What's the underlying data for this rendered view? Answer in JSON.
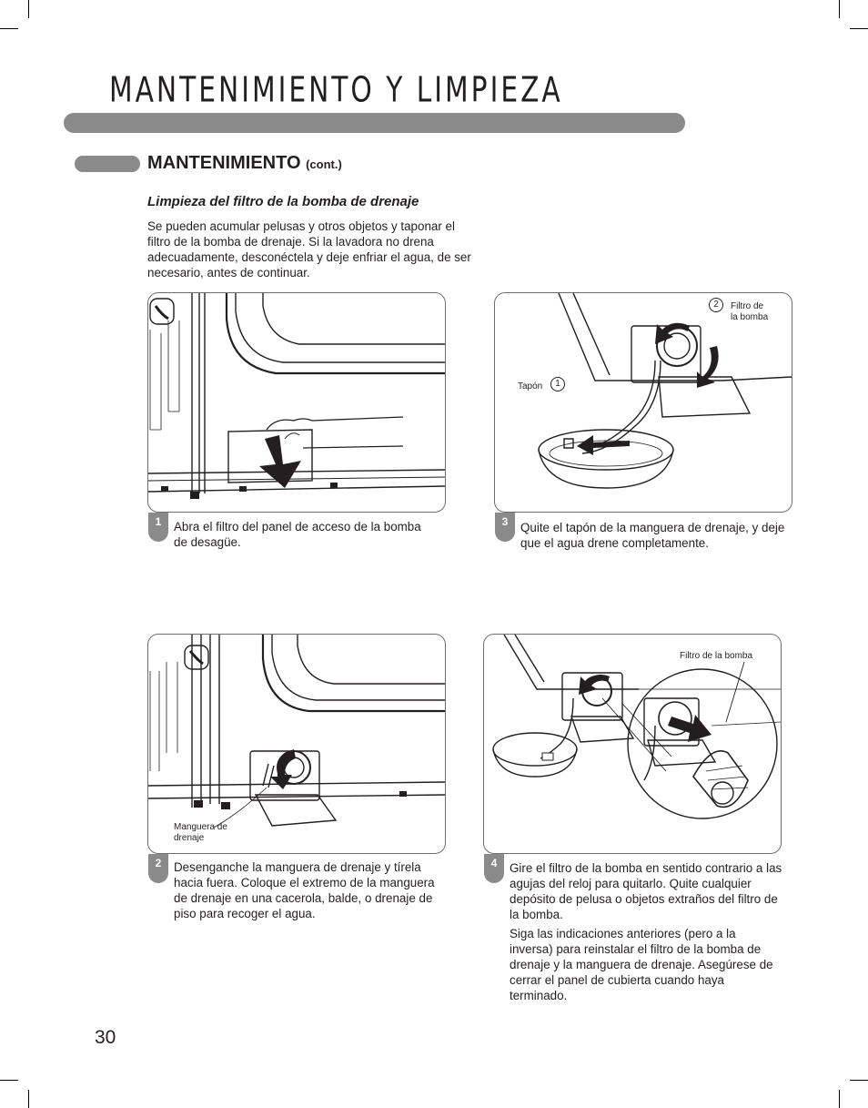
{
  "header": {
    "title": "MANTENIMIENTO Y LIMPIEZA"
  },
  "section": {
    "title": "MANTENIMIENTO",
    "suffix": "(cont.)"
  },
  "subsection": {
    "title": "Limpieza del filtro de la bomba de drenaje"
  },
  "intro": "Se pueden acumular pelusas y otros objetos y taponar el filtro de la bomba de drenaje. Si la lavadora no drena adecuadamente, desconéctela y deje enfriar el agua, de ser necesario, antes de continuar.",
  "steps": [
    {
      "number": "1",
      "text": "Abra el filtro del panel de acceso de la bomba de desagüe."
    },
    {
      "number": "2",
      "text": "Desenganche la manguera de drenaje y tírela hacia fuera. Coloque el extremo de la manguera de drenaje en una cacerola, balde, o drenaje de piso para recoger el agua.",
      "label": "Manguera de drenaje"
    },
    {
      "number": "3",
      "text": "Quite el tapón de la manguera de drenaje, y deje que el agua drene completamente.",
      "label_cap": "Tapón",
      "label_cap_num": "1",
      "label_filter": "Filtro de la bomba",
      "label_filter_num": "2"
    },
    {
      "number": "4",
      "text": "Gire el filtro de la bomba en sentido contrario a las agujas del reloj para quitarlo. Quite cualquier depósito de pelusa o objetos extraños del filtro de la bomba.",
      "text2": "Siga las indicaciones anteriores (pero a la inversa) para reinstalar el filtro de la bomba de drenaje y la manguera de drenaje. Asegúrese de cerrar el panel de cubierta cuando haya terminado.",
      "label": "Filtro de la bomba"
    }
  ],
  "footer": {
    "page_number": "30"
  }
}
